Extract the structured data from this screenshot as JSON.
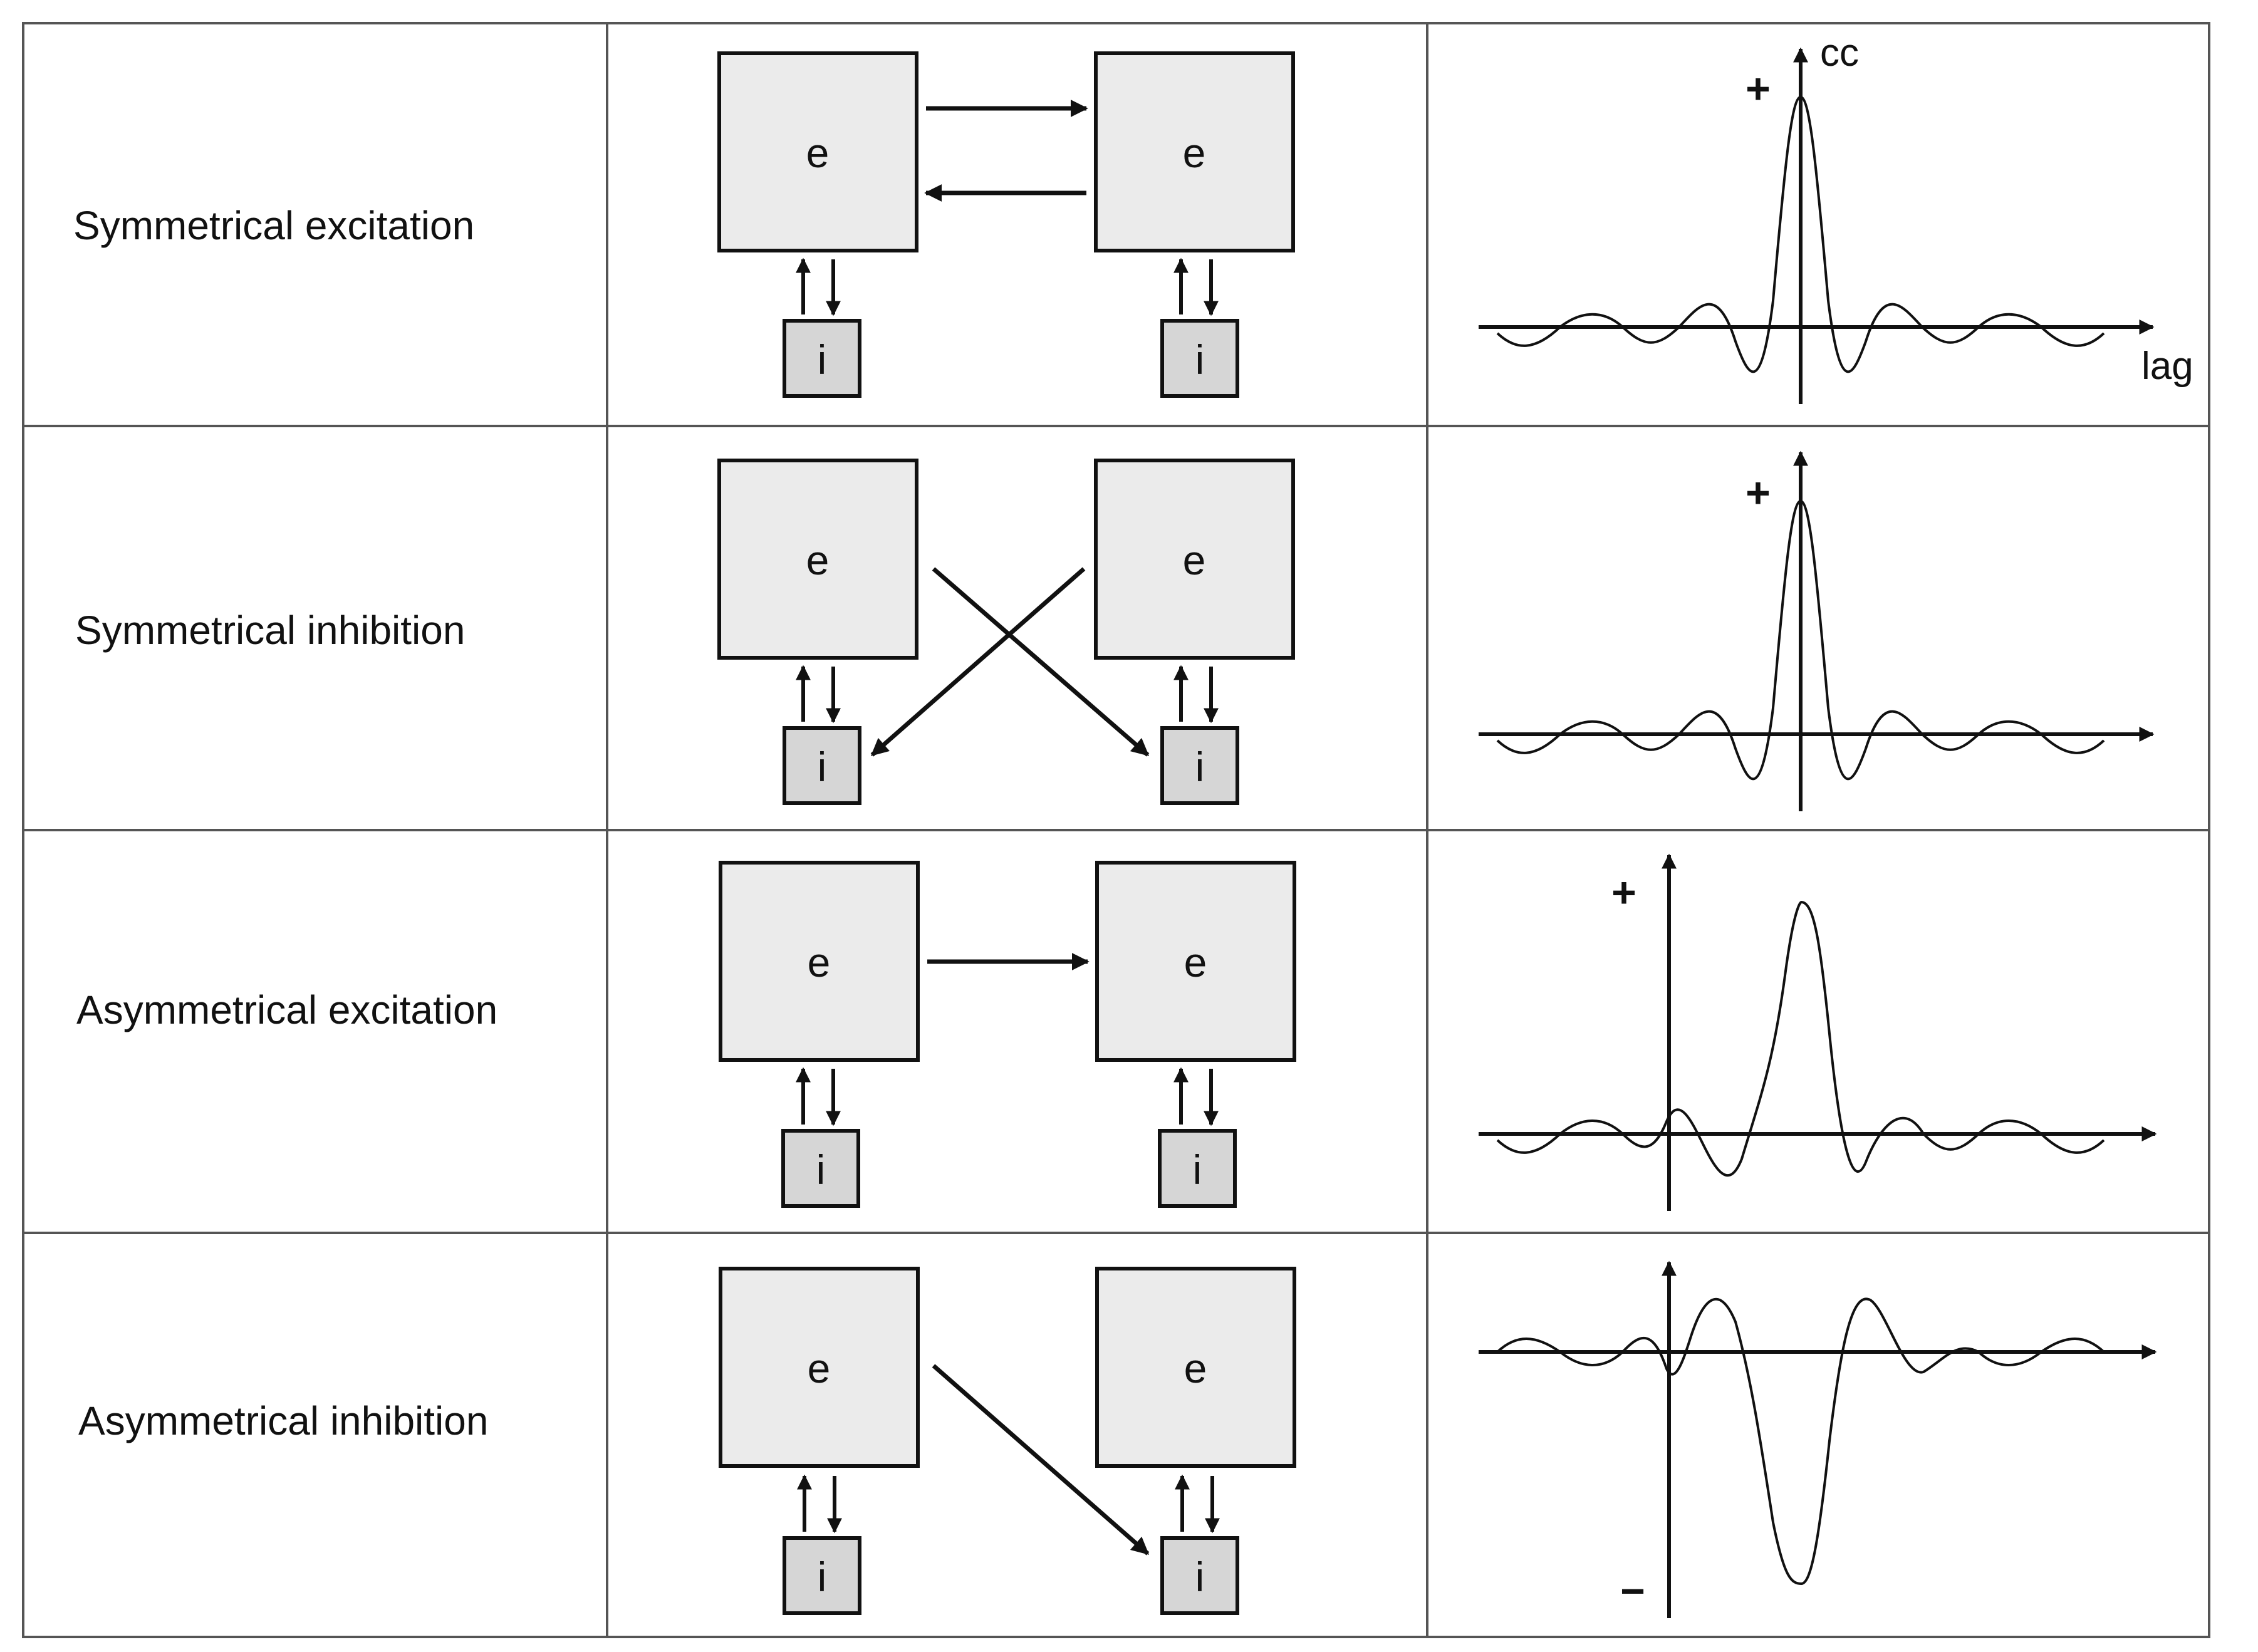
{
  "rows": [
    {
      "label": "Symmetrical excitation",
      "node_labels": [
        "e",
        "e",
        "i",
        "i"
      ],
      "connections": [
        "e-left to e-right",
        "e-right to e-left"
      ],
      "cc_signs": [
        "+"
      ],
      "axis_labels": {
        "y": "cc",
        "x": "lag"
      }
    },
    {
      "label": "Symmetrical inhibition",
      "node_labels": [
        "e",
        "e",
        "i",
        "i"
      ],
      "connections": [
        "e-left to i-right",
        "e-right to i-left"
      ],
      "cc_signs": [
        "+"
      ]
    },
    {
      "label": "Asymmetrical excitation",
      "node_labels": [
        "e",
        "e",
        "i",
        "i"
      ],
      "connections": [
        "e-left to e-right"
      ],
      "cc_signs": [
        "+"
      ]
    },
    {
      "label": "Asymmetrical inhibition",
      "node_labels": [
        "e",
        "e",
        "i",
        "i"
      ],
      "connections": [
        "e-left to i-right"
      ],
      "cc_signs": [
        "−"
      ]
    }
  ],
  "colors": {
    "box_fill_e": "#ebebeb",
    "box_fill_i": "#d6d6d6",
    "stroke": "#111111",
    "grid": "#555555"
  }
}
